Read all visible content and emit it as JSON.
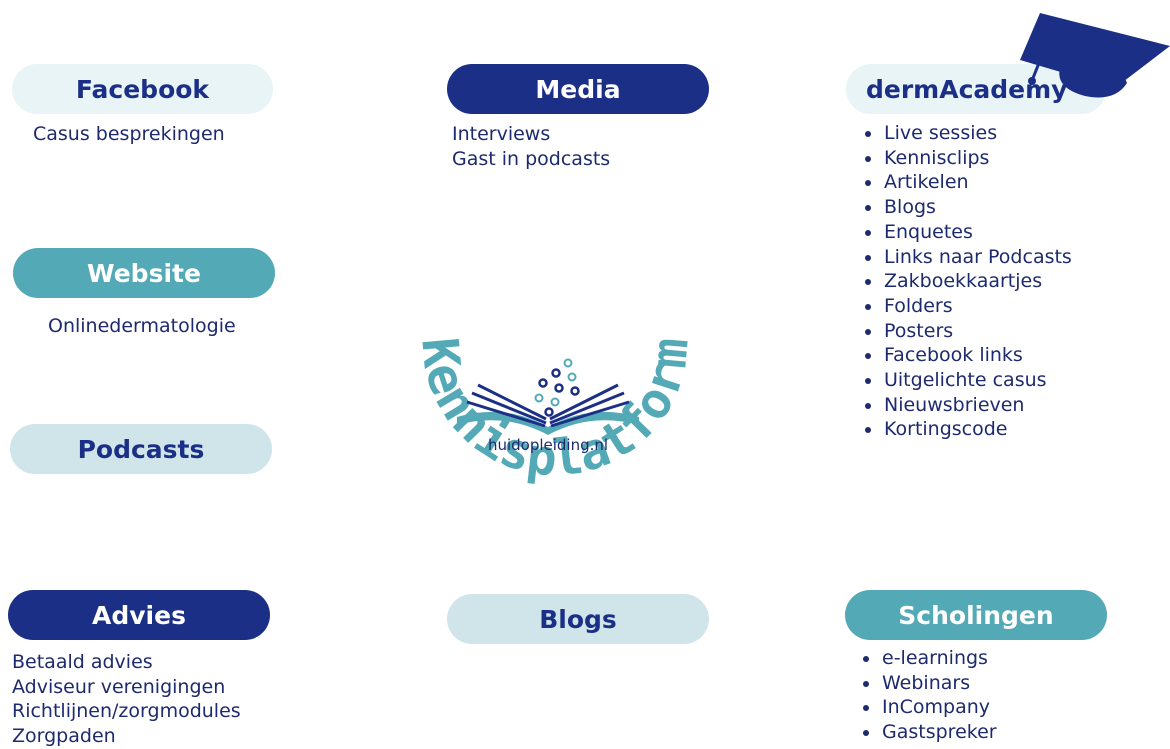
{
  "facebook": {
    "title": "Facebook",
    "items": [
      "Casus besprekingen"
    ]
  },
  "media": {
    "title": "Media",
    "items": [
      "Interviews",
      "Gast in podcasts"
    ]
  },
  "dermacademy": {
    "title": "dermAcademy",
    "items": [
      "Live sessies",
      "Kennisclips",
      "Artikelen",
      "Blogs",
      "Enquetes",
      "Links naar Podcasts",
      "Zakboekkaartjes",
      "Folders",
      "Posters",
      "Facebook links",
      "Uitgelichte casus",
      "Nieuwsbrieven",
      "Kortingscode"
    ]
  },
  "website": {
    "title": "Website",
    "items": [
      "Onlinedermatologie"
    ]
  },
  "podcasts": {
    "title": "Podcasts"
  },
  "advies": {
    "title": "Advies",
    "items": [
      "Betaald advies",
      "Adviseur verenigingen",
      "Richtlijnen/zorgmodules",
      "Zorgpaden"
    ]
  },
  "blogs": {
    "title": "Blogs"
  },
  "scholingen": {
    "title": "Scholingen",
    "items": [
      "e-learnings",
      "Webinars",
      "InCompany",
      "Gastspreker"
    ]
  },
  "center": {
    "arc_text": "Kennisplatform",
    "logo_text": "huidopleiding.nl"
  },
  "colors": {
    "navy": "#1c2f86",
    "teal": "#54a9b6",
    "light": "#e9f4f6",
    "pale": "#cfe5ea",
    "text": "#1e2a6e"
  }
}
